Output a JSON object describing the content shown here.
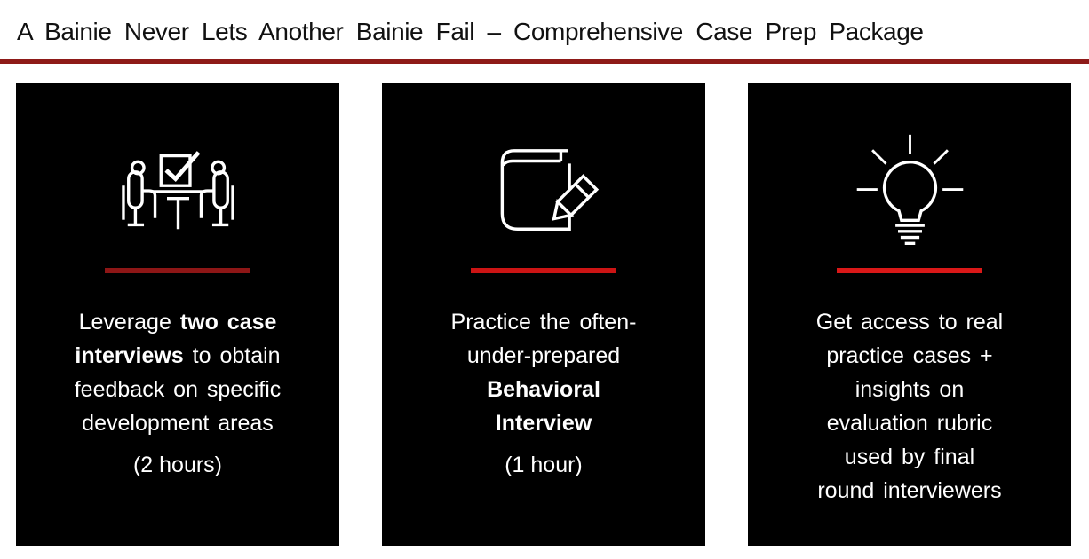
{
  "slide": {
    "title": "A Bainie Never Lets Another Bainie Fail – Comprehensive Case Prep Package",
    "title_color": "#111111",
    "title_rule_color": "#8e1a18",
    "card_background": "#000000",
    "card_text_color": "#ffffff",
    "icon_stroke_color": "#ffffff"
  },
  "cards": [
    {
      "icon": "interviewers-at-table-checkbox-icon",
      "divider_color": "#8e1616",
      "lines": [
        {
          "normal": "Leverage ",
          "bold": "two case"
        },
        {
          "bold": "interviews",
          "normal": " to obtain"
        },
        {
          "normal": "feedback on specific"
        },
        {
          "normal": "development areas"
        }
      ],
      "duration": "(2 hours)"
    },
    {
      "icon": "notebook-pencil-icon",
      "divider_color": "#cc1414",
      "lines": [
        {
          "normal": "Practice the often-"
        },
        {
          "normal": "under-prepared"
        },
        {
          "bold": "Behavioral"
        },
        {
          "bold": "Interview"
        }
      ],
      "duration": "(1 hour)"
    },
    {
      "icon": "lightbulb-icon",
      "divider_color": "#da1818",
      "lines": [
        {
          "normal": "Get access to real"
        },
        {
          "normal": "practice cases +"
        },
        {
          "normal": "insights on"
        },
        {
          "normal": "evaluation rubric"
        },
        {
          "normal": "used by final"
        },
        {
          "normal": "round interviewers"
        }
      ]
    }
  ]
}
